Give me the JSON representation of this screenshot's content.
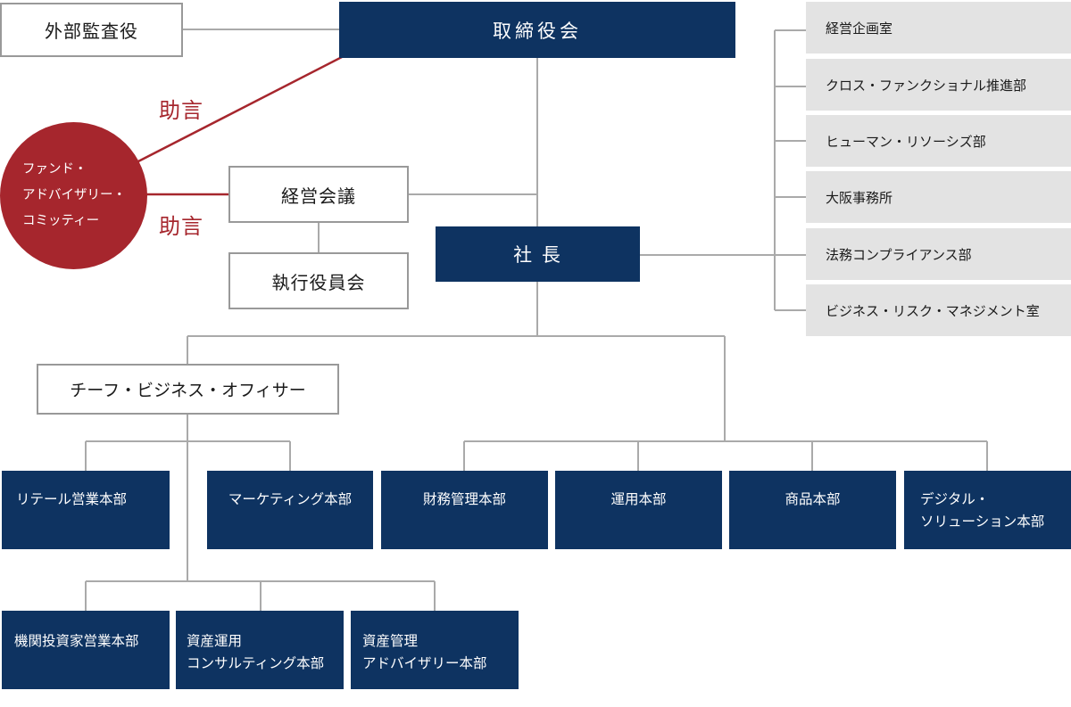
{
  "top": {
    "external_auditor": "外部監査役",
    "board": "取締役会",
    "management_meeting": "経営会議",
    "executive_officers": "執行役員会",
    "president": "社 長",
    "cbo": "チーフ・ビジネス・オフィサー"
  },
  "committee": {
    "lines": [
      "ファンド・",
      "アドバイザリー・",
      "コミッティー"
    ],
    "advice_upper": "助言",
    "advice_lower": "助言"
  },
  "staff_departments": [
    "経営企画室",
    "クロス・ファンクショナル推進部",
    "ヒューマン・リソーシズ部",
    "大阪事務所",
    "法務コンプライアンス部",
    "ビジネス・リスク・マネジメント室"
  ],
  "cbo_divisions": [
    "リテール営業本部",
    "マーケティング本部"
  ],
  "president_divisions": [
    {
      "lines": [
        "財務管理本部"
      ]
    },
    {
      "lines": [
        "運用本部"
      ]
    },
    {
      "lines": [
        "商品本部"
      ]
    },
    {
      "lines": [
        "デジタル・",
        "ソリューション本部"
      ]
    }
  ],
  "cbo_sub_divisions": [
    {
      "lines": [
        "機関投資家営業本部"
      ]
    },
    {
      "lines": [
        "資産運用",
        "コンサルティング本部"
      ]
    },
    {
      "lines": [
        "資産管理",
        "アドバイザリー本部"
      ]
    }
  ],
  "colors": {
    "navy": "#0e3361",
    "committee_red": "#a6262d",
    "line_gray": "#aaaaaa",
    "panel_gray": "#e3e3e3"
  }
}
